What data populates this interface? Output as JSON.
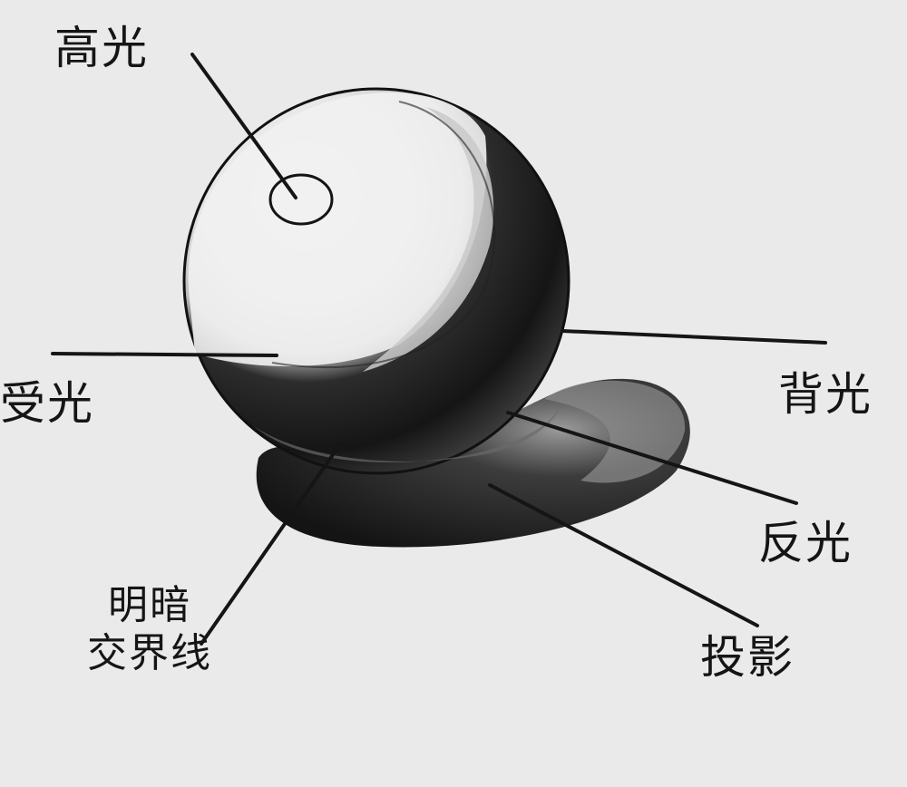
{
  "labels": {
    "highlight": "高光",
    "lit": "受光",
    "back": "背光",
    "reflect": "反光",
    "terminator_line1": "明暗",
    "terminator_line2": "交界线",
    "cast_shadow": "投影"
  }
}
